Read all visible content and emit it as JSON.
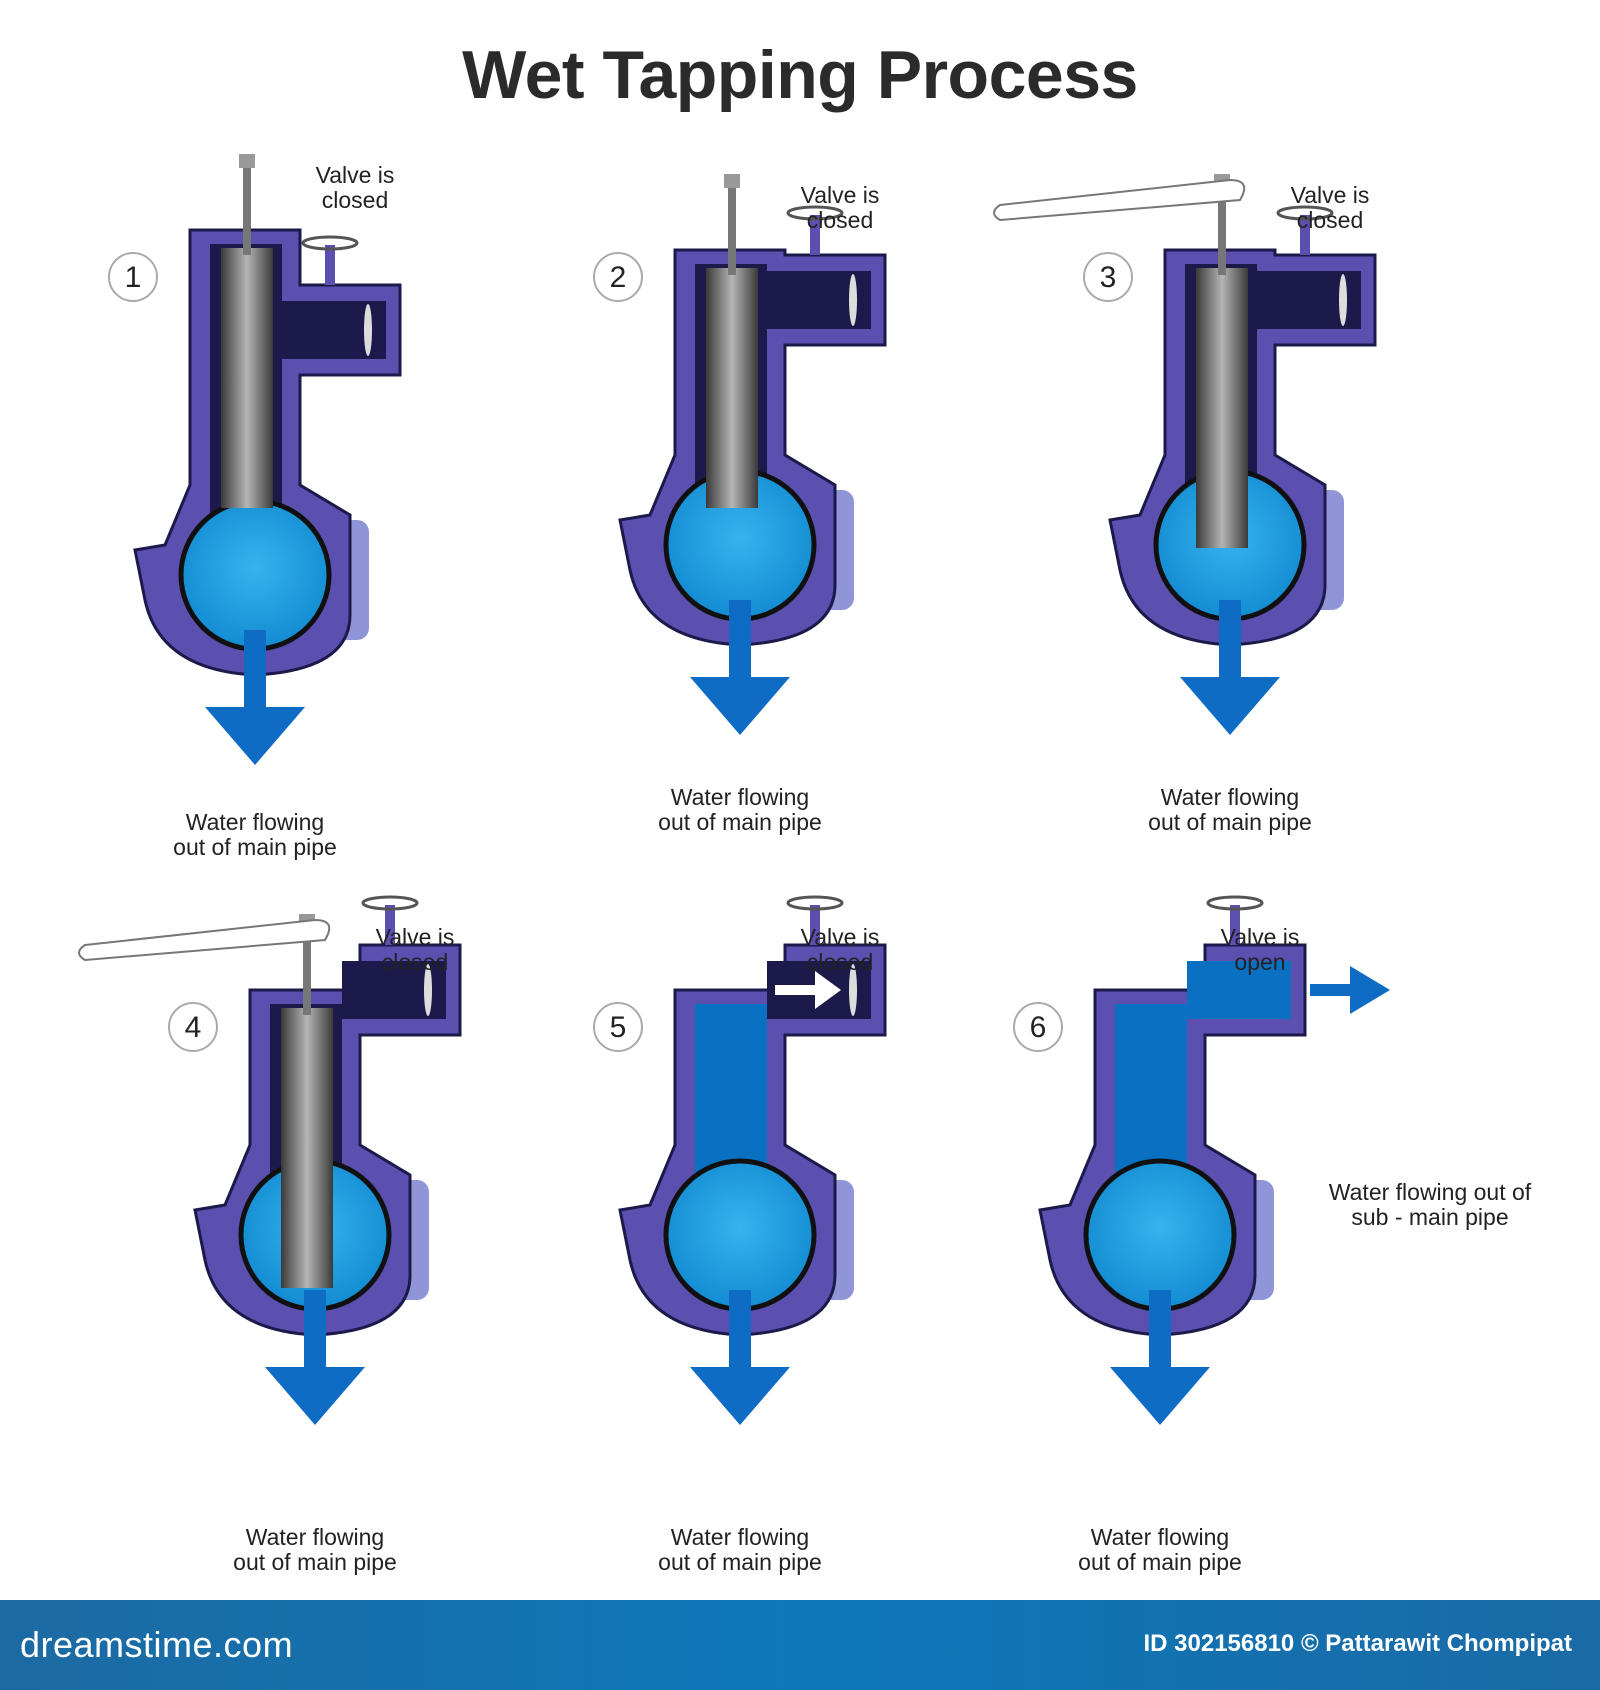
{
  "title": "Wet Tapping Process",
  "colors": {
    "housing": "#5b4fb0",
    "housing_dark": "#1c1a4a",
    "water": "#2aa3e0",
    "water_deep": "#0a70c2",
    "arrow": "#0e6cc4",
    "tool": "#555555",
    "clamp": "#8f95d6",
    "footer": "#0d78b8"
  },
  "steps": [
    {
      "number": "1",
      "valve_label": [
        "Valve is",
        "closed"
      ],
      "flow_label": [
        "Water flowing",
        "out of main pipe"
      ]
    },
    {
      "number": "2",
      "valve_label": [
        "Valve is",
        "closed"
      ],
      "flow_label": [
        "Water flowing",
        "out of main pipe"
      ]
    },
    {
      "number": "3",
      "valve_label": [
        "Valve is",
        "closed"
      ],
      "flow_label": [
        "Water flowing",
        "out of main pipe"
      ]
    },
    {
      "number": "4",
      "valve_label": [
        "Valve is",
        "closed"
      ],
      "flow_label": [
        "Water flowing",
        "out of main pipe"
      ]
    },
    {
      "number": "5",
      "valve_label": [
        "Valve is",
        "closed"
      ],
      "flow_label": [
        "Water flowing",
        "out of main pipe"
      ]
    },
    {
      "number": "6",
      "valve_label": [
        "Valve is",
        "open"
      ],
      "flow_label": [
        "Water flowing",
        "out of main pipe"
      ]
    }
  ],
  "branch_flow_label": [
    "Water flowing out of",
    "sub - main pipe"
  ],
  "footer": {
    "brand": "dreamstime.com",
    "credit": "ID 302156810 © Pattarawit Chompipat"
  }
}
